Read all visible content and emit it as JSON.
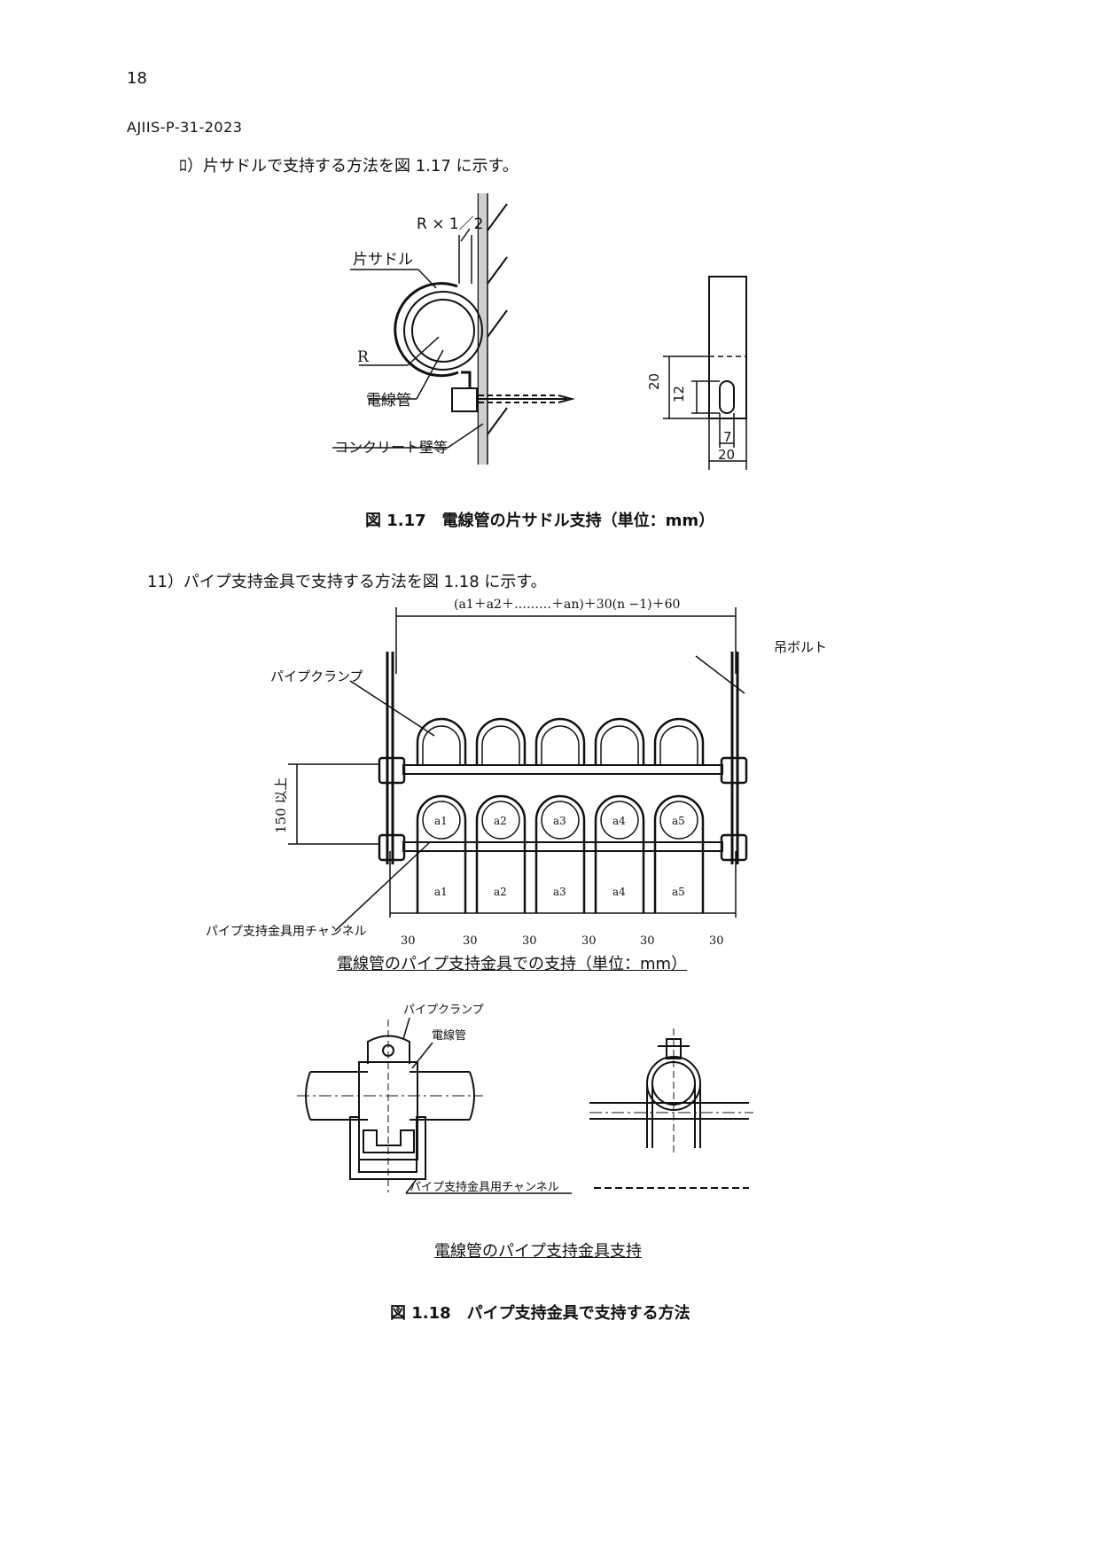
{
  "header": {
    "page_number": "18",
    "doc_id": "AJIIS-P-31-2023"
  },
  "text": {
    "item_ro": "ﾛ）片サドルで支持する方法を図 1.17 に示す。",
    "item_11": "11）パイプ支持金具で支持する方法を図 1.18 に示す。"
  },
  "fig117": {
    "caption": "図 1.17　電線管の片サドル支持（単位：mm）",
    "labels": {
      "r_half": "R × 1／2",
      "saddle": "片サドル",
      "radius": "R",
      "conduit": "電線管",
      "wall": "コンクリート壁等",
      "dim_20_v": "20",
      "dim_12": "12",
      "dim_7": "7",
      "dim_20_h": "20"
    }
  },
  "fig118": {
    "caption": "図 1.18　パイプ支持金具で支持する方法",
    "top": {
      "formula": "(a1＋a2＋………＋an)＋30(n −1)＋60",
      "bolt": "吊ボルト",
      "clamp": "パイプクランプ",
      "height": "150 以上",
      "channel": "パイプ支持金具用チャンネル",
      "pipes": [
        "a1",
        "a2",
        "a3",
        "a4",
        "a5"
      ],
      "widths": [
        "a1",
        "a2",
        "a3",
        "a4",
        "a5"
      ],
      "gaps": [
        "30",
        "30",
        "30",
        "30",
        "30",
        "30"
      ],
      "subcaption": "電線管のパイプ支持金具での支持（単位：mm）"
    },
    "bottom": {
      "clamp": "パイプクランプ",
      "conduit": "電線管",
      "channel": "パイプ支持金具用チャンネル",
      "subcaption": "電線管のパイプ支持金具支持"
    }
  }
}
